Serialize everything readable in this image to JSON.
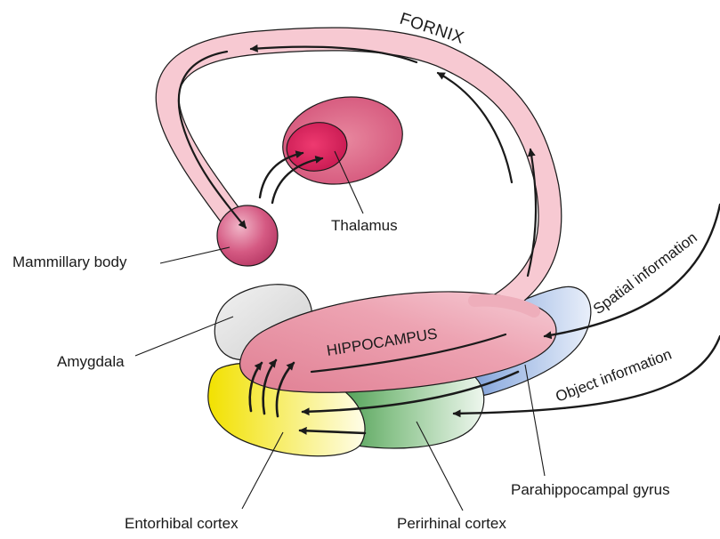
{
  "labels": {
    "fornix": "FORNIX",
    "thalamus": "Thalamus",
    "mammillary_body": "Mammillary body",
    "amygdala": "Amygdala",
    "hippocampus": "HIPPOCAMPUS",
    "spatial_information": "Spatial information",
    "object_information": "Object information",
    "parahippocampal_gyrus": "Parahippocampal gyrus",
    "entorhinal_cortex": "Entorhibal cortex",
    "perirhinal_cortex": "Perirhinal cortex"
  },
  "colors": {
    "fornix": "#f6c6cf",
    "hippocampus": "#e88d9e",
    "thalamus_outer": "#e06a86",
    "thalamus_inner": "#d6245b",
    "mammillary": "#d0507a",
    "amygdala": "#dcdcdc",
    "parahippocampal": "#4f7cc6",
    "perirhinal": "#3f9a45",
    "entorhinal": "#f4e400",
    "stroke": "#1a1a1a"
  }
}
